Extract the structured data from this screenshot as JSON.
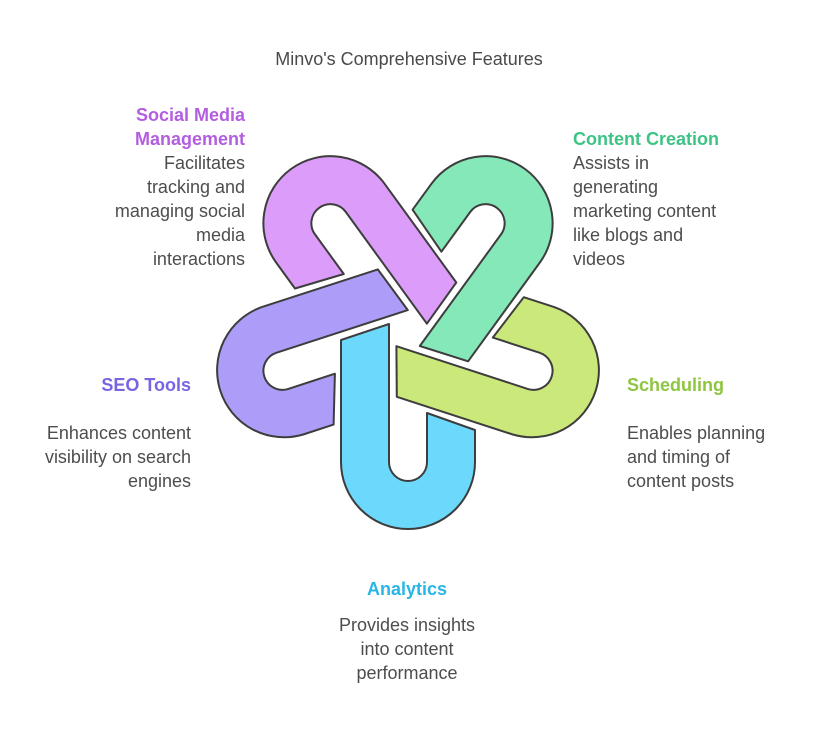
{
  "title": "Minvo's Comprehensive Features",
  "features": [
    {
      "key": "analytics",
      "name": "Analytics",
      "description_lines": [
        "Provides insights",
        "into content",
        "performance"
      ],
      "label_color": "#29b6e6",
      "fill_color": "#6cd9fc"
    },
    {
      "key": "scheduling",
      "name": "Scheduling",
      "description_lines": [
        "Enables planning",
        "and timing of",
        "content posts"
      ],
      "label_color": "#8ec63f",
      "fill_color": "#cbe87a"
    },
    {
      "key": "content_creation",
      "name": "Content Creation",
      "description_lines": [
        "Assists in",
        "generating",
        "marketing content",
        "like blogs and",
        "videos"
      ],
      "label_color": "#3dc485",
      "fill_color": "#85e8b8"
    },
    {
      "key": "social_media",
      "name_lines": [
        "Social Media",
        "Management"
      ],
      "description_lines": [
        "Facilitates",
        "tracking and",
        "managing social",
        "media",
        "interactions"
      ],
      "label_color": "#b35ee0",
      "fill_color": "#dc9cf9"
    },
    {
      "key": "seo_tools",
      "name": "SEO Tools",
      "description_lines": [
        "Enhances content",
        "visibility on search",
        "engines"
      ],
      "label_color": "#7a65e0",
      "fill_color": "#ad9df8"
    }
  ],
  "stroke_color": "#3d3d3d"
}
